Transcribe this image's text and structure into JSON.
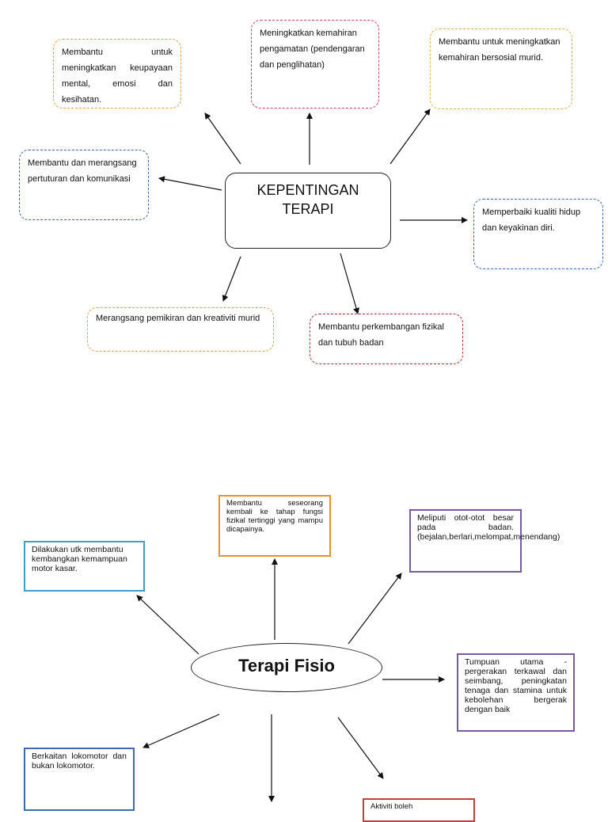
{
  "diagram1": {
    "center": {
      "line1": "KEPENTINGAN",
      "line2": "TERAPI"
    },
    "nodes": {
      "mental": "Membantu untuk meningkatkan keupayaan mental, emosi dan kesihatan.",
      "pengamatan": "Meningkatkan kemahiran pengamatan (pendengaran dan penglihatan)",
      "sosial": "Membantu untuk meningkatkan kemahiran bersosial murid.",
      "komunikasi": "Membantu dan merangsang pertuturan dan komunikasi",
      "kualiti": "Memperbaiki kualiti hidup dan keyakinan diri.",
      "kreativiti": "Merangsang pemikiran dan kreativiti murid",
      "fizikal": "Membantu perkembangan fizikal dan tubuh badan"
    },
    "colors": {
      "orange": "#e8a040",
      "pink": "#d0405a",
      "blue": "#3a6cb8",
      "red": "#b03030"
    }
  },
  "diagram2": {
    "center": "Terapi Fisio",
    "nodes": {
      "fungsi": "Membantu seseorang kembali ke tahap fungsi fizikal tertinggi yang mampu dicapainya.",
      "motor": "Dilakukan utk membantu kembangkan kemampuan motor kasar.",
      "otot": "Meliputi otot-otot besar pada badan. (bejalan,berlari,melompat,menendang)",
      "tumpuan": "Tumpuan utama - pergerakan terkawal dan seimbang, peningkatan tenaga dan stamina untuk kebolehan bergerak dengan baik",
      "lokomotor": "Berkaitan lokomotor dan bukan lokomotor.",
      "aktiviti": "Aktiviti boleh"
    },
    "colors": {
      "orange": "#e8922a",
      "teal": "#3ea0c8",
      "purple": "#7a5aa0",
      "blue": "#3a6cb0",
      "red": "#c04040"
    }
  }
}
